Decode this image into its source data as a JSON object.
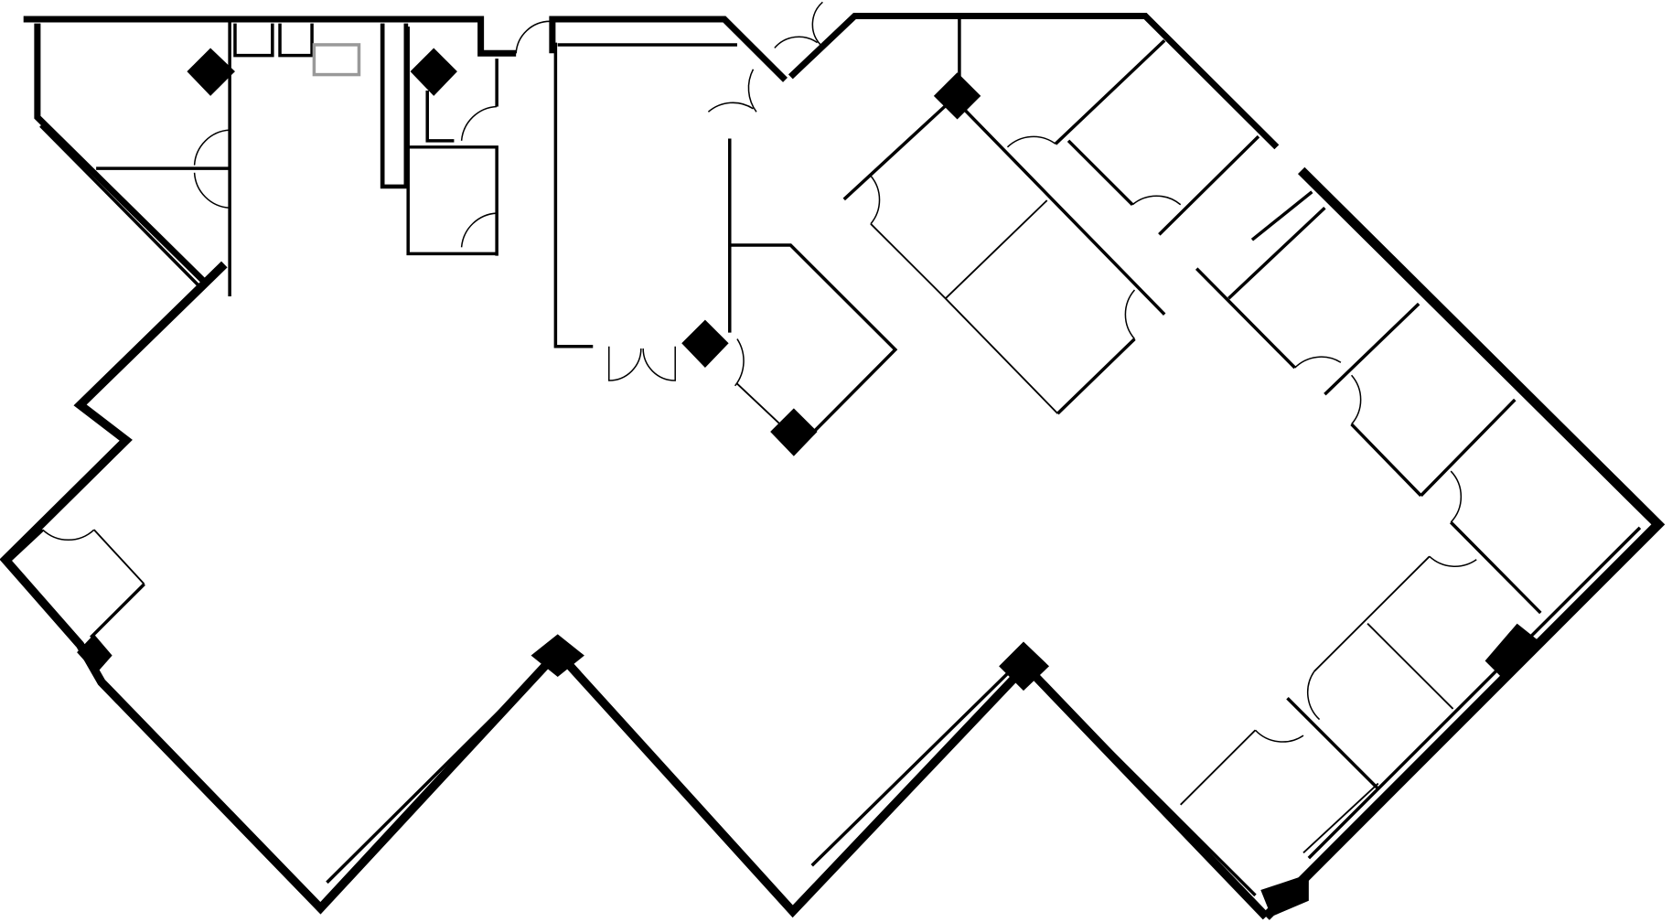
{
  "plan": {
    "wall_color": "#000000",
    "background_color": "#ffffff",
    "fixture_outline_color": "#999999",
    "symbols": [
      "wall",
      "door-swing",
      "structural-column",
      "window-glazing"
    ]
  }
}
